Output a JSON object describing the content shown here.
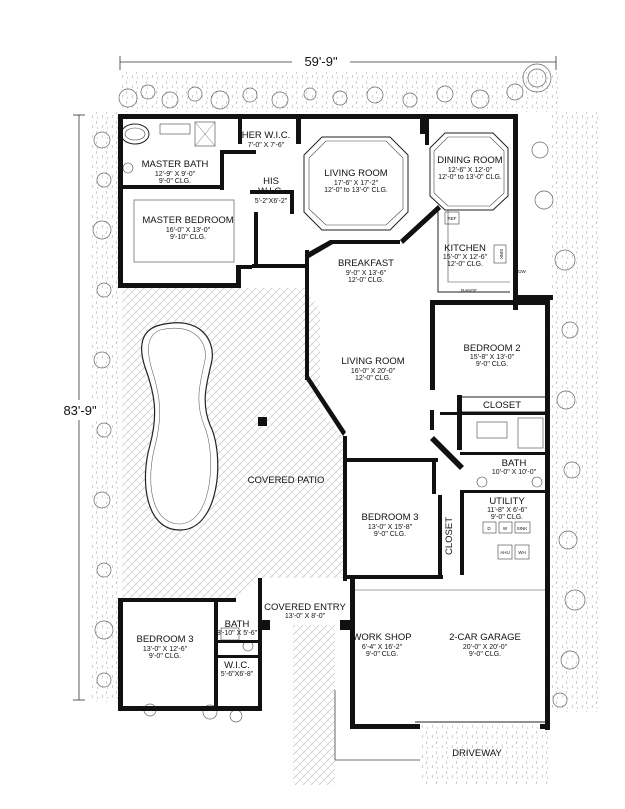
{
  "dimensions": {
    "width": "59'-9\"",
    "depth": "83'-9\""
  },
  "rooms": {
    "master_bath": {
      "name": "MASTER BATH",
      "size": "12'-9\" X 9'-0\"",
      "ceiling": "9'-0\" CLG."
    },
    "her_wic": {
      "name": "HER W.I.C.",
      "size": "7'-0\" X 7'-6\""
    },
    "his_wic": {
      "name_1": "HIS",
      "name_2": "W.I.C.",
      "size": "5'-2\"X6'-2\""
    },
    "living_room_1": {
      "name": "LIVING ROOM",
      "size": "17'-6\" X 17'-2\"",
      "ceiling": "12'-0\" to 13'-0\" CLG."
    },
    "dining_room": {
      "name": "DINING ROOM",
      "size": "12'-6\" X 12'-0\"",
      "ceiling": "12'-0\" to 13'-0\" CLG."
    },
    "master_bedroom": {
      "name": "MASTER BEDROOM",
      "size": "16'-0\" X 13'-0\"",
      "ceiling": "9'-10\" CLG."
    },
    "kitchen": {
      "name": "KITCHEN",
      "size": "15'-0\" X 12'-6\"",
      "ceiling": "12'-0\" CLG."
    },
    "breakfast": {
      "name": "BREAKFAST",
      "size": "9'-0\" X 13'-6\"",
      "ceiling": "12'-0\" CLG."
    },
    "bedroom_2": {
      "name": "BEDROOM 2",
      "size": "15'-8\" X 13'-0\"",
      "ceiling": "9'-0\" CLG."
    },
    "living_room_2": {
      "name": "LIVING ROOM",
      "size": "16'-0\" X 20'-0\"",
      "ceiling": "12'-0\" CLG."
    },
    "closet_2": {
      "name": "CLOSET"
    },
    "bath_2": {
      "name": "BATH",
      "size": "10'-0\" X 10'-0\""
    },
    "covered_patio": {
      "name": "COVERED PATIO"
    },
    "utility": {
      "name": "UTILITY",
      "size": "11'-8\" X 6'-6\"",
      "ceiling": "9'-0\" CLG."
    },
    "bedroom_3a": {
      "name": "BEDROOM 3",
      "size": "13'-0\" X 15'-8\"",
      "ceiling": "9'-0\" CLG."
    },
    "closet_3": {
      "name": "CLOSET"
    },
    "bedroom_3b": {
      "name": "BEDROOM 3",
      "size": "13'-0\" X 12'-6\"",
      "ceiling": "9'-0\" CLG."
    },
    "bath_3": {
      "name": "BATH",
      "size": "8'-10\" X 5'-6\""
    },
    "wic_3": {
      "name": "W.I.C.",
      "size": "5'-6\"X6'-8\""
    },
    "covered_entry": {
      "name": "COVERED ENTRY",
      "size": "13'-0\" X 8'-0\""
    },
    "work_shop": {
      "name": "WORK SHOP",
      "size": "6'-4\" X 16'-2\"",
      "ceiling": "9'-0\" CLG."
    },
    "garage": {
      "name": "2-CAR GARAGE",
      "size": "20'-0\" X 20'-0\"",
      "ceiling": "9'-0\" CLG."
    },
    "driveway": {
      "name": "DRIVEWAY"
    }
  },
  "fixtures": {
    "ref": "REF",
    "range": "RANGE",
    "sink": "SINK",
    "dw": "DW",
    "d": "D",
    "w": "W",
    "utility_sink": "SINK",
    "ahu": "AHU",
    "wh": "WH"
  }
}
